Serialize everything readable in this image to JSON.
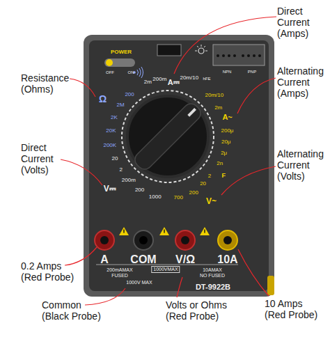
{
  "diagram": {
    "labels": [
      "Direct Current (Amps)",
      "Alternating Current (Amps)",
      "Resistance (Ohms)",
      "Direct Current (Volts)",
      "Alternating Current (Volts)",
      "0.2 Amps (Red Probe)",
      "Common (Black Probe)",
      "Volts or Ohms (Red Probe)",
      "10 Amps (Red Probe)",
      "POWER",
      "OFF",
      "ON",
      "NPN",
      "PNP",
      "2m",
      "200m",
      "A⎓",
      "20m/10",
      "hFE",
      "20m/10",
      "2m",
      "A~",
      "200μ",
      "20μ",
      "2μ",
      "2n",
      "F",
      "2",
      "20",
      "200",
      "700",
      "V~",
      "1000",
      "200",
      "20",
      "2",
      "200m",
      "V⎓",
      "Ω",
      "200",
      "2M",
      "2K",
      "20K",
      "200K",
      "A",
      "COM",
      "V/Ω",
      "10A",
      "200mAMAX FUSED",
      "1000VMAX",
      "10AMAX NO FUSED",
      "1000V MAX",
      "DT-9922B"
    ]
  }
}
